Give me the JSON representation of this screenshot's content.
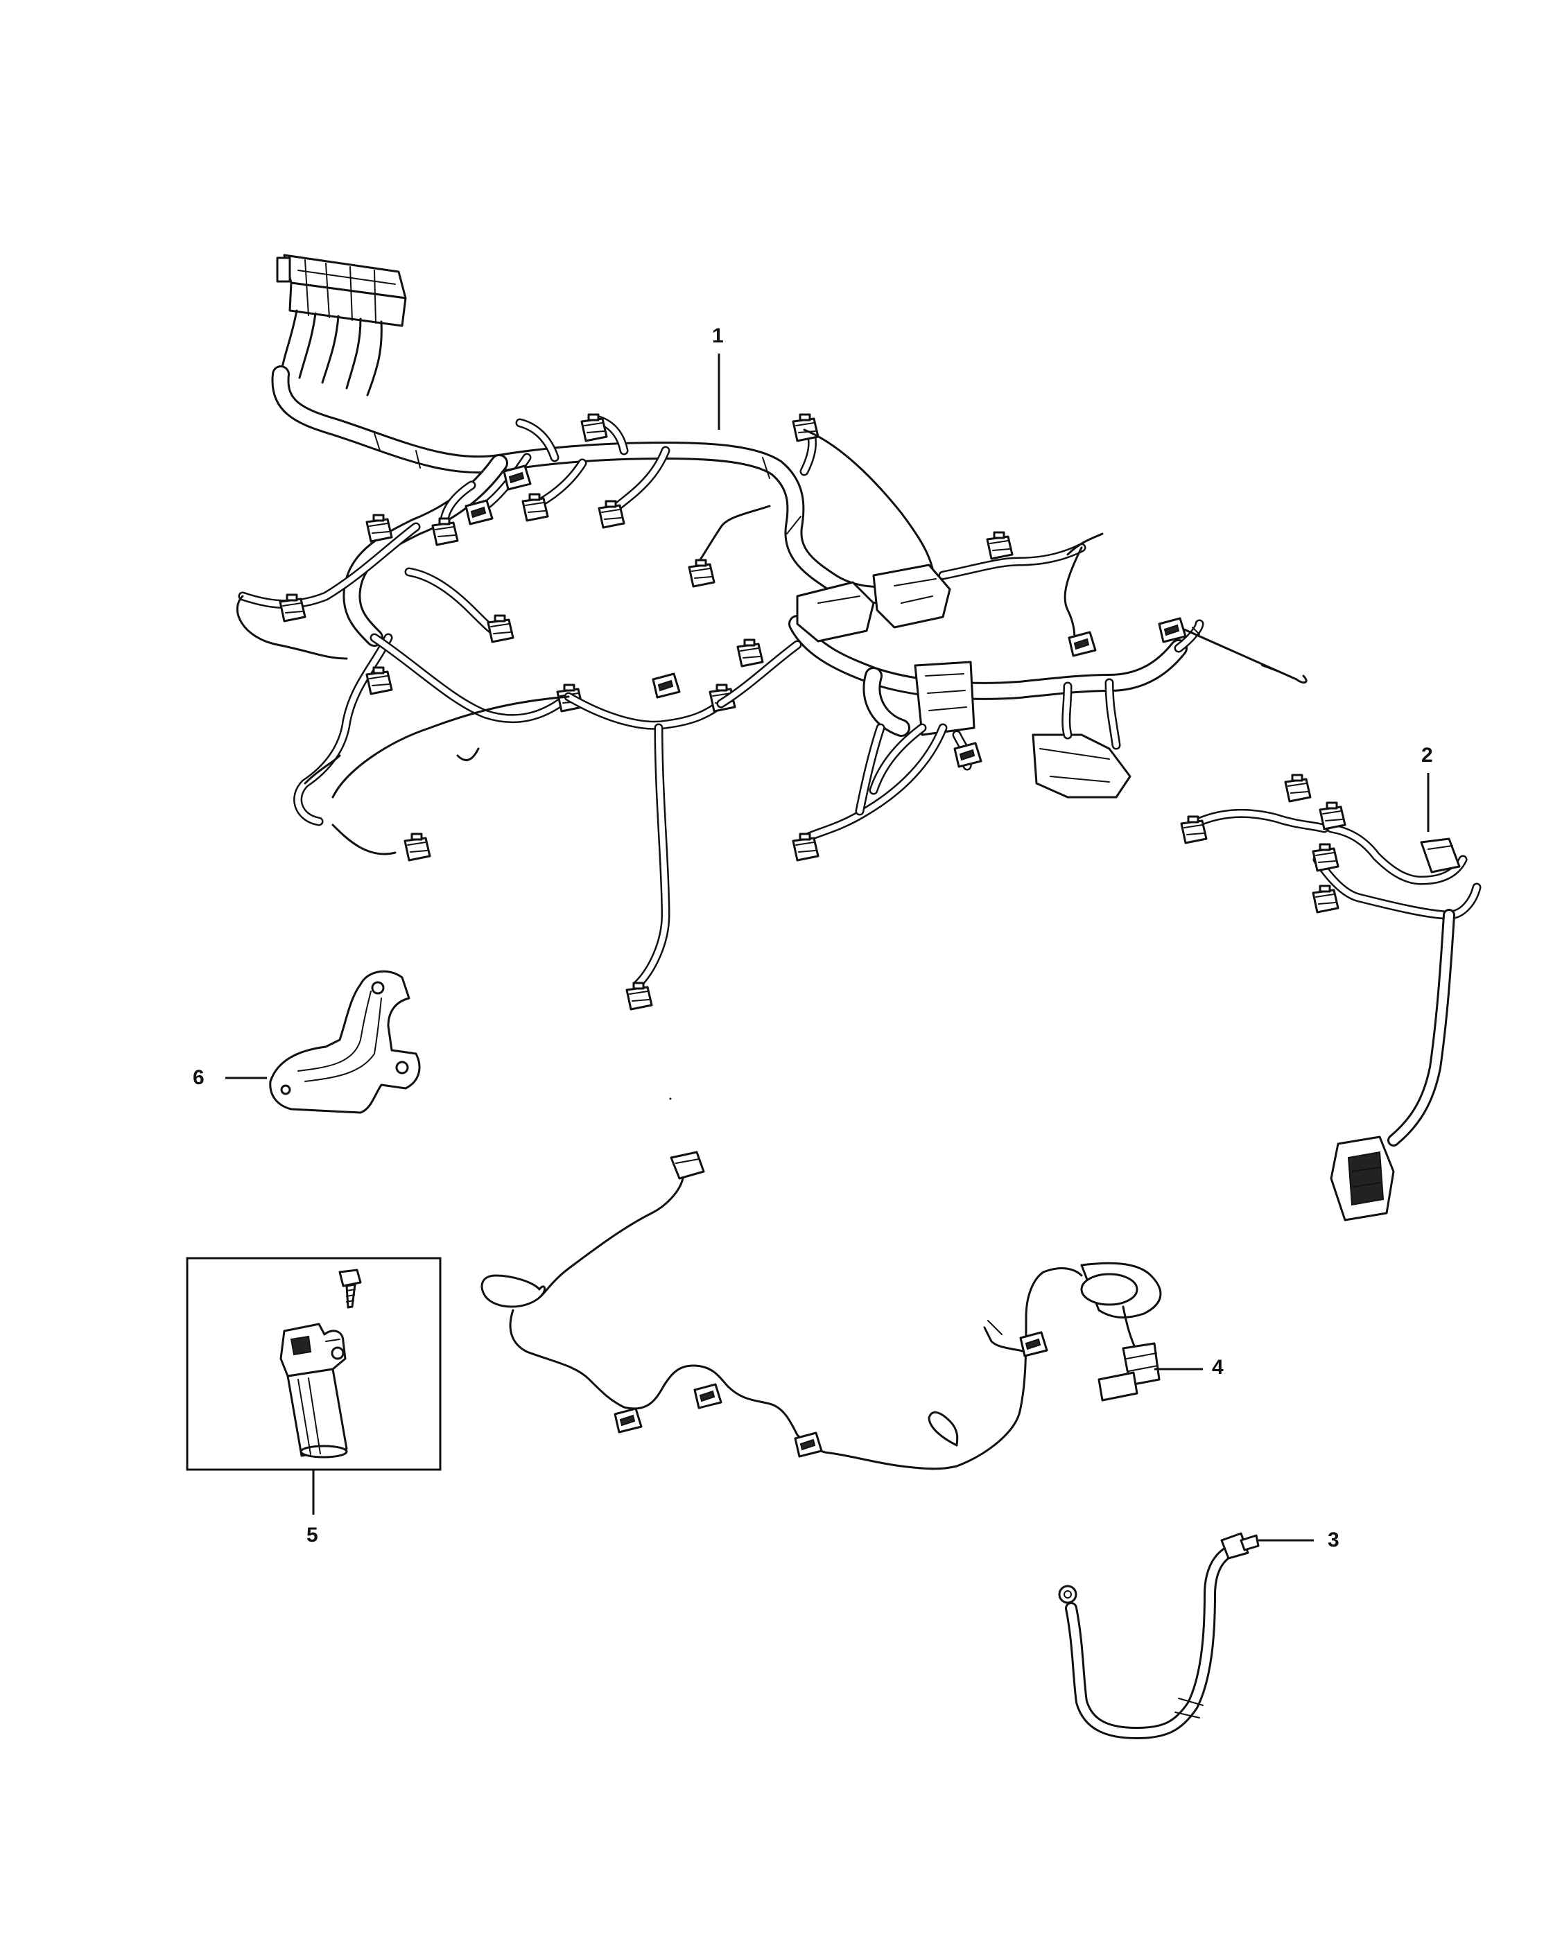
{
  "diagram": {
    "callouts": [
      {
        "id": "1",
        "label": "1",
        "part": "engine-wiring-harness"
      },
      {
        "id": "2",
        "label": "2",
        "part": "jumper-wiring-harness"
      },
      {
        "id": "3",
        "label": "3",
        "part": "ground-cable"
      },
      {
        "id": "4",
        "label": "4",
        "part": "sensor-wiring-harness"
      },
      {
        "id": "5",
        "label": "5",
        "part": "connector-repair-kit"
      },
      {
        "id": "6",
        "label": "6",
        "part": "mounting-bracket"
      }
    ],
    "colors": {
      "ink": "#111111",
      "background": "#ffffff"
    }
  }
}
